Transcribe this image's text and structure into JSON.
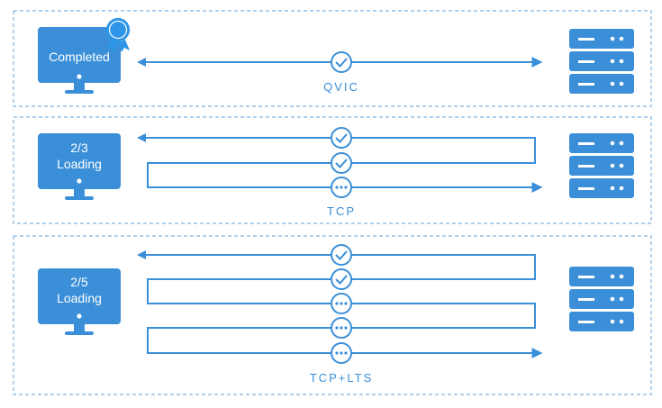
{
  "panels": [
    {
      "client_lines": [
        "Completed"
      ],
      "protocol_label": "QVIC",
      "badge": true,
      "streams": [
        "check"
      ]
    },
    {
      "client_lines": [
        "2/3",
        "Loading"
      ],
      "protocol_label": "TCP",
      "badge": false,
      "streams": [
        "check",
        "check",
        "pending"
      ]
    },
    {
      "client_lines": [
        "2/5",
        "Loading"
      ],
      "protocol_label": "TCP+LTS",
      "badge": false,
      "streams": [
        "check",
        "check",
        "pending",
        "pending",
        "pending"
      ]
    }
  ],
  "colors": {
    "accent": "#3a8fd8",
    "server": "#3a8fd8",
    "border": "#7fb3e2",
    "badge": "#2e95e8",
    "background": "#ffffff"
  },
  "icons": {
    "status_done": "check-circle-icon",
    "status_pending": "ellipsis-circle-icon",
    "client": "monitor-icon",
    "server": "server-rack-icon",
    "badge": "award-ribbon-icon"
  }
}
